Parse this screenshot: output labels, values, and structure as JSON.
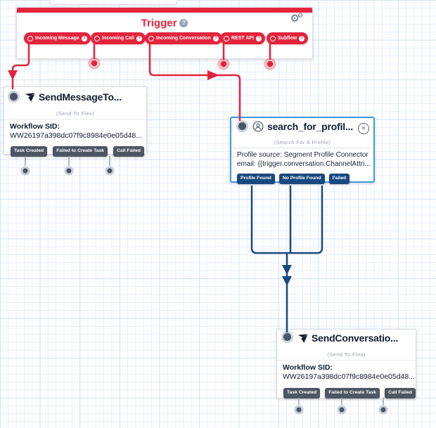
{
  "colors": {
    "red": "#e3243d",
    "navy_blue": "#17497f",
    "selection_blue": "#3d9ae0",
    "gray_button": "#4d5661",
    "dark_text": "#121c2d"
  },
  "trigger": {
    "title": "Trigger",
    "help_glyph": "?",
    "gear_glyph": "⚙",
    "close_glyph": "✕",
    "buttons": [
      {
        "label": "Incoming Message"
      },
      {
        "label": "Incoming Call"
      },
      {
        "label": "Incoming Conversation"
      },
      {
        "label": "REST API"
      },
      {
        "label": "Subflow"
      }
    ]
  },
  "widgets": {
    "send_message": {
      "title": "SendMessageTo...",
      "type_label": "(Send To Flex)",
      "field_label": "Workflow SID:",
      "field_value": "WW26197a398dc07f9c8984e0e05d48...",
      "transitions": [
        "Task Created",
        "Failed to Create Task",
        "Call Failed"
      ]
    },
    "search_profile": {
      "title": "search_for_profil...",
      "type_label": "(Search For A Profile)",
      "line1": "Profile source: Segment Profile Connector",
      "line2": "email: {{trigger.conversation.ChannelAttri...",
      "transitions": [
        "Profile Found",
        "No Profile Found",
        "Failed"
      ]
    },
    "send_conversation": {
      "title": "SendConversatio...",
      "type_label": "(Send To Flex)",
      "field_label": "Workflow SID:",
      "field_value": "WW26197a398dc07f9c8984e0e05d48...",
      "transitions": [
        "Task Created",
        "Failed to Create Task",
        "Call Failed"
      ]
    }
  }
}
